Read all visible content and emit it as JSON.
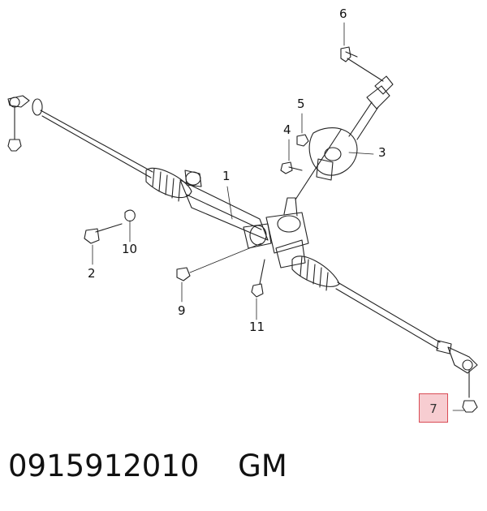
{
  "diagram": {
    "callouts": [
      {
        "id": "1",
        "label": "1"
      },
      {
        "id": "2",
        "label": "2"
      },
      {
        "id": "3",
        "label": "3"
      },
      {
        "id": "4",
        "label": "4"
      },
      {
        "id": "5",
        "label": "5"
      },
      {
        "id": "6",
        "label": "6"
      },
      {
        "id": "7",
        "label": "7",
        "highlighted": true
      },
      {
        "id": "9",
        "label": "9"
      },
      {
        "id": "10",
        "label": "10"
      },
      {
        "id": "11",
        "label": "11"
      }
    ],
    "highlight_color": "#f7cdd1",
    "highlight_border": "#d94b55"
  },
  "footer": {
    "part_number": "0915912010",
    "brand": "GM"
  }
}
